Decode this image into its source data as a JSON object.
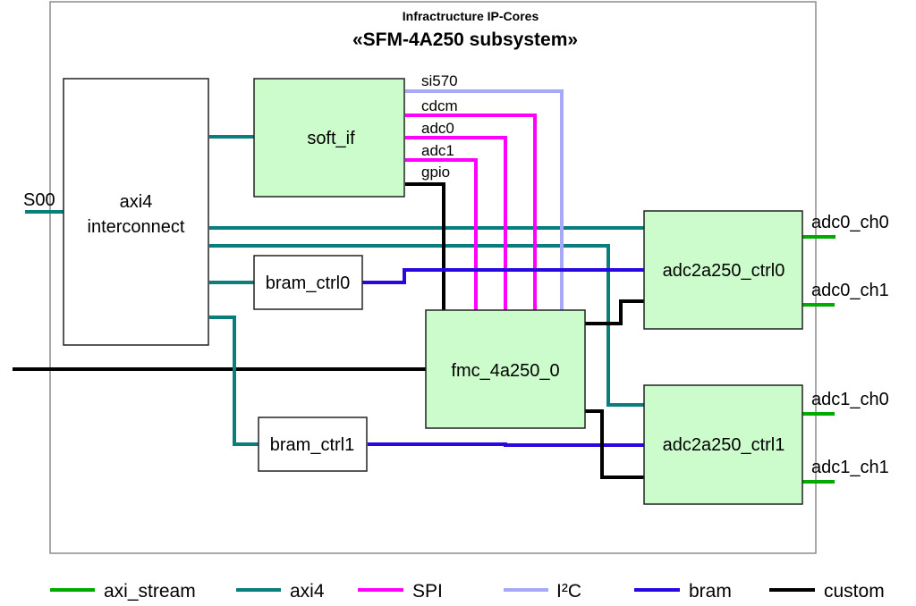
{
  "diagram": {
    "subtitle": "Infractructure IP-Cores",
    "title": "«SFM-4A250 subsystem»",
    "blocks": {
      "interconnect": {
        "line1": "axi4",
        "line2": "interconnect"
      },
      "soft_if": "soft_if",
      "bram_ctrl0": "bram_ctrl0",
      "bram_ctrl1": "bram_ctrl1",
      "fmc": "fmc_4a250_0",
      "adc_ctrl0": "adc2a250_ctrl0",
      "adc_ctrl1": "adc2a250_ctrl1"
    },
    "ports": {
      "s00": "S00",
      "soft_if_ports": [
        "si570",
        "cdcm",
        "adc0",
        "adc1",
        "gpio"
      ],
      "outputs": [
        "adc0_ch0",
        "adc0_ch1",
        "adc1_ch0",
        "adc1_ch1"
      ]
    },
    "legend": [
      {
        "label": "axi_stream",
        "color": "#00aa00"
      },
      {
        "label": "axi4",
        "color": "#0a7d7d"
      },
      {
        "label": "SPI",
        "color": "#ff00ff"
      },
      {
        "label": "I²C",
        "color": "#a8a8f8"
      },
      {
        "label": "bram",
        "color": "#2808e0"
      },
      {
        "label": "custom",
        "color": "#000000"
      }
    ]
  }
}
